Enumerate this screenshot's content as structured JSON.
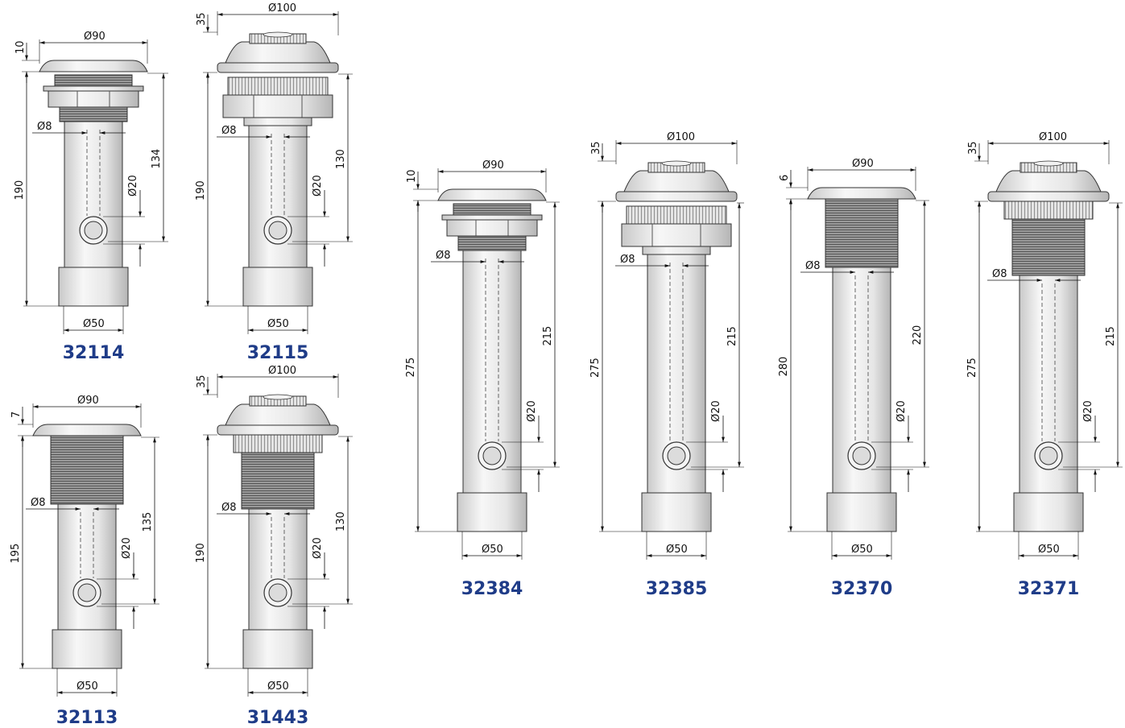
{
  "fittings": [
    {
      "code": "32114",
      "length": "190",
      "thread": "134",
      "flange": "10",
      "top_diameter": "Ø90",
      "hole_diameter": "Ø8",
      "inlet_diameter": "Ø20",
      "pipe_diameter": "Ø50"
    },
    {
      "code": "32115",
      "length": "190",
      "thread": "130",
      "flange": "35",
      "top_diameter": "Ø100",
      "hole_diameter": "Ø8",
      "inlet_diameter": "Ø20",
      "pipe_diameter": "Ø50"
    },
    {
      "code": "32113",
      "length": "195",
      "thread": "135",
      "flange": "7",
      "top_diameter": "Ø90",
      "hole_diameter": "Ø8",
      "inlet_diameter": "Ø20",
      "pipe_diameter": "Ø50"
    },
    {
      "code": "31443",
      "length": "190",
      "thread": "130",
      "flange": "35",
      "top_diameter": "Ø100",
      "hole_diameter": "Ø8",
      "inlet_diameter": "Ø20",
      "pipe_diameter": "Ø50"
    },
    {
      "code": "32384",
      "length": "275",
      "thread": "215",
      "flange": "10",
      "top_diameter": "Ø90",
      "hole_diameter": "Ø8",
      "inlet_diameter": "Ø20",
      "pipe_diameter": "Ø50"
    },
    {
      "code": "32385",
      "length": "275",
      "thread": "215",
      "flange": "35",
      "top_diameter": "Ø100",
      "hole_diameter": "Ø8",
      "inlet_diameter": "Ø20",
      "pipe_diameter": "Ø50"
    },
    {
      "code": "32370",
      "length": "280",
      "thread": "220",
      "flange": "6",
      "top_diameter": "Ø90",
      "hole_diameter": "Ø8",
      "inlet_diameter": "Ø20",
      "pipe_diameter": "Ø50"
    },
    {
      "code": "32371",
      "length": "275",
      "thread": "215",
      "flange": "35",
      "top_diameter": "Ø100",
      "hole_diameter": "Ø8",
      "inlet_diameter": "Ø20",
      "pipe_diameter": "Ø50"
    }
  ],
  "colors": {
    "code_text": "#1f3c88",
    "body": "#eeeeee",
    "outline": "#333333",
    "thread": "#8a8a8a"
  }
}
